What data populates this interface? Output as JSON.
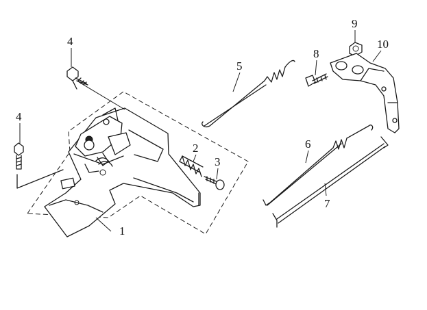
{
  "callouts": [
    {
      "id": "part-1",
      "text": "1"
    },
    {
      "id": "part-2",
      "text": "2"
    },
    {
      "id": "part-3",
      "text": "3"
    },
    {
      "id": "part-4a",
      "text": "4"
    },
    {
      "id": "part-4b",
      "text": "4"
    },
    {
      "id": "part-5",
      "text": "5"
    },
    {
      "id": "part-6",
      "text": "6"
    },
    {
      "id": "part-7",
      "text": "7"
    },
    {
      "id": "part-8",
      "text": "8"
    },
    {
      "id": "part-9",
      "text": "9"
    },
    {
      "id": "part-10",
      "text": "10"
    }
  ]
}
